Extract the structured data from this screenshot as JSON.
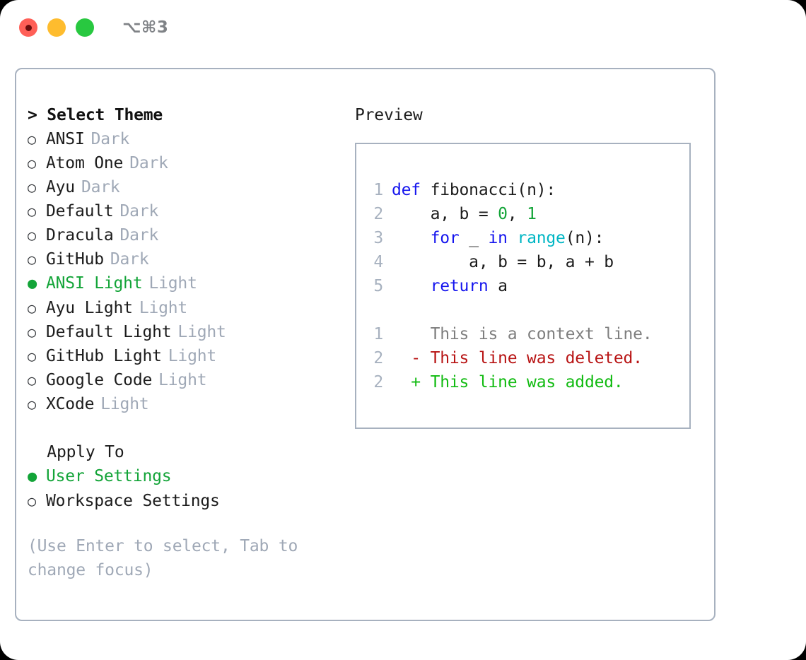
{
  "titlebar": {
    "shortcut": "⌥⌘3",
    "lights": [
      "close-light",
      "minimize-light",
      "maximize-light"
    ]
  },
  "theme_section": {
    "header": "> Select Theme",
    "items": [
      {
        "marker": "○",
        "selected": false,
        "label": "ANSI",
        "kind": "Dark"
      },
      {
        "marker": "○",
        "selected": false,
        "label": "Atom One",
        "kind": "Dark"
      },
      {
        "marker": "○",
        "selected": false,
        "label": "Ayu",
        "kind": "Dark"
      },
      {
        "marker": "○",
        "selected": false,
        "label": "Default",
        "kind": "Dark"
      },
      {
        "marker": "○",
        "selected": false,
        "label": "Dracula",
        "kind": "Dark"
      },
      {
        "marker": "○",
        "selected": false,
        "label": "GitHub",
        "kind": "Dark"
      },
      {
        "marker": "●",
        "selected": true,
        "label": "ANSI Light",
        "kind": "Light"
      },
      {
        "marker": "○",
        "selected": false,
        "label": "Ayu Light",
        "kind": "Light"
      },
      {
        "marker": "○",
        "selected": false,
        "label": "Default Light",
        "kind": "Light"
      },
      {
        "marker": "○",
        "selected": false,
        "label": "GitHub Light",
        "kind": "Light"
      },
      {
        "marker": "○",
        "selected": false,
        "label": "Google Code",
        "kind": "Light"
      },
      {
        "marker": "○",
        "selected": false,
        "label": "XCode",
        "kind": "Light"
      }
    ]
  },
  "apply_section": {
    "header": "  Apply To",
    "items": [
      {
        "marker": "●",
        "selected": true,
        "label": "User Settings",
        "kind": ""
      },
      {
        "marker": "○",
        "selected": false,
        "label": "Workspace Settings",
        "kind": ""
      }
    ]
  },
  "hint": "(Use Enter to select, Tab to change focus)",
  "preview": {
    "title": "Preview",
    "code_lines": [
      {
        "n": "1",
        "tokens": [
          {
            "t": "def ",
            "c": "kw"
          },
          {
            "t": "fibonacci(n):",
            "c": "plain"
          }
        ]
      },
      {
        "n": "2",
        "tokens": [
          {
            "t": "    a, b = ",
            "c": "plain"
          },
          {
            "t": "0",
            "c": "num"
          },
          {
            "t": ", ",
            "c": "plain"
          },
          {
            "t": "1",
            "c": "num"
          }
        ]
      },
      {
        "n": "3",
        "tokens": [
          {
            "t": "    ",
            "c": "plain"
          },
          {
            "t": "for",
            "c": "kw"
          },
          {
            "t": " _ ",
            "c": "plain"
          },
          {
            "t": "in",
            "c": "kw"
          },
          {
            "t": " ",
            "c": "plain"
          },
          {
            "t": "range",
            "c": "fn"
          },
          {
            "t": "(n):",
            "c": "plain"
          }
        ]
      },
      {
        "n": "4",
        "tokens": [
          {
            "t": "        a, b = b, a + b",
            "c": "plain"
          }
        ]
      },
      {
        "n": "5",
        "tokens": [
          {
            "t": "    ",
            "c": "plain"
          },
          {
            "t": "return",
            "c": "kw"
          },
          {
            "t": " a",
            "c": "plain"
          }
        ]
      }
    ],
    "diff_lines": [
      {
        "n": "1",
        "sign": " ",
        "text": " This is a context line.",
        "kind": "ctx"
      },
      {
        "n": "2",
        "sign": "-",
        "text": " This line was deleted.",
        "kind": "del"
      },
      {
        "n": "2",
        "sign": "+",
        "text": " This line was added.",
        "kind": "add"
      }
    ]
  },
  "colors": {
    "accent_green": "#13a438",
    "muted": "#9fa8b6",
    "border": "#a7b1bf",
    "keyword": "#1515ee",
    "function": "#00b6c4",
    "number": "#13a438",
    "diff_added": "#12bb12",
    "diff_deleted": "#b81414",
    "diff_context": "#7e7e7e",
    "light_red": "#ff5f57",
    "light_yellow": "#febc2e",
    "light_green": "#28c840"
  }
}
